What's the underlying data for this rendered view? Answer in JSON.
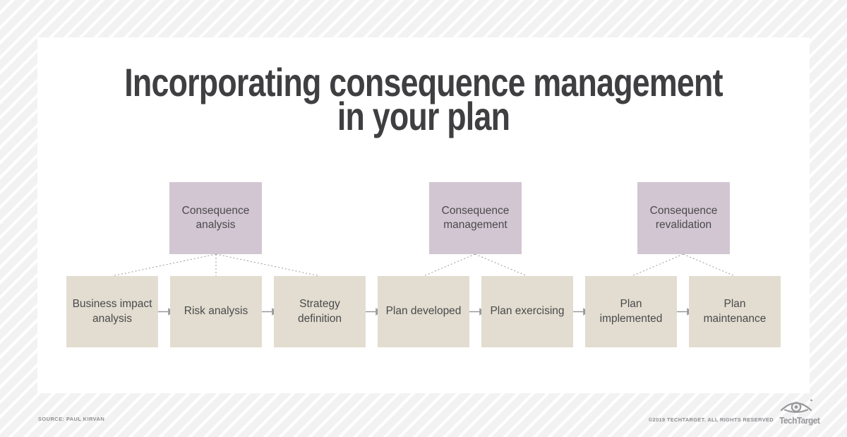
{
  "title": "Incorporating consequence management\nin your plan",
  "top_boxes": [
    {
      "label": "Consequence analysis"
    },
    {
      "label": "Consequence management"
    },
    {
      "label": "Consequence revalidation"
    }
  ],
  "flow_boxes": [
    {
      "label": "Business impact analysis"
    },
    {
      "label": "Risk analysis"
    },
    {
      "label": "Strategy definition"
    },
    {
      "label": "Plan developed"
    },
    {
      "label": "Plan exercising"
    },
    {
      "label": "Plan implemented"
    },
    {
      "label": "Plan maintenance"
    }
  ],
  "footer": {
    "source": "SOURCE: PAUL KIRVAN",
    "copyright": "©2019 TECHTARGET. ALL RIGHTS RESERVED",
    "logo_text": "TechTarget",
    "logo_icon": "techtarget-eye-logo"
  },
  "colors": {
    "background_stripe": "#f2f2f2",
    "card": "#ffffff",
    "title_text": "#3f3e41",
    "top_box_bg": "#d2c6d2",
    "flow_box_bg": "#e2ddd0",
    "box_text": "#4a4a4c",
    "connector": "#9a9a9a",
    "footer_text": "#8e8e93"
  }
}
